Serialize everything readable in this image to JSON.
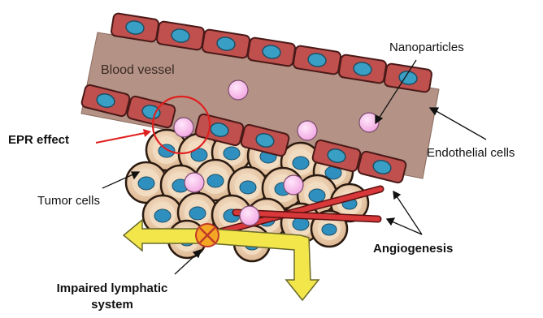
{
  "labels": {
    "blood_vessel": "Blood vessel",
    "nanoparticles": "Nanoparticles",
    "epr_effect": "EPR effect",
    "endothelial_cells": "Endothelial cells",
    "tumor_cells": "Tumor cells",
    "angiogenesis": "Angiogenesis",
    "impaired_lymphatic_line1": "Impaired lymphatic",
    "impaired_lymphatic_line2": "system"
  },
  "colors": {
    "vessel_lumen": "#b49386",
    "endothelial_cell": "#c0504d",
    "endothelial_nucleus": "#3a9fc4",
    "tumor_cell_outer": "#d9b48a",
    "tumor_cell_inner": "#f2dcc1",
    "tumor_nucleus": "#2f8fbf",
    "nanoparticle": "#f5b8e8",
    "angiogenesis_vessel": "#d9383a",
    "lymphatic_arrow": "#f2e64b",
    "epr_circle": "#e02020",
    "blocked_marker": "#f5a623"
  }
}
